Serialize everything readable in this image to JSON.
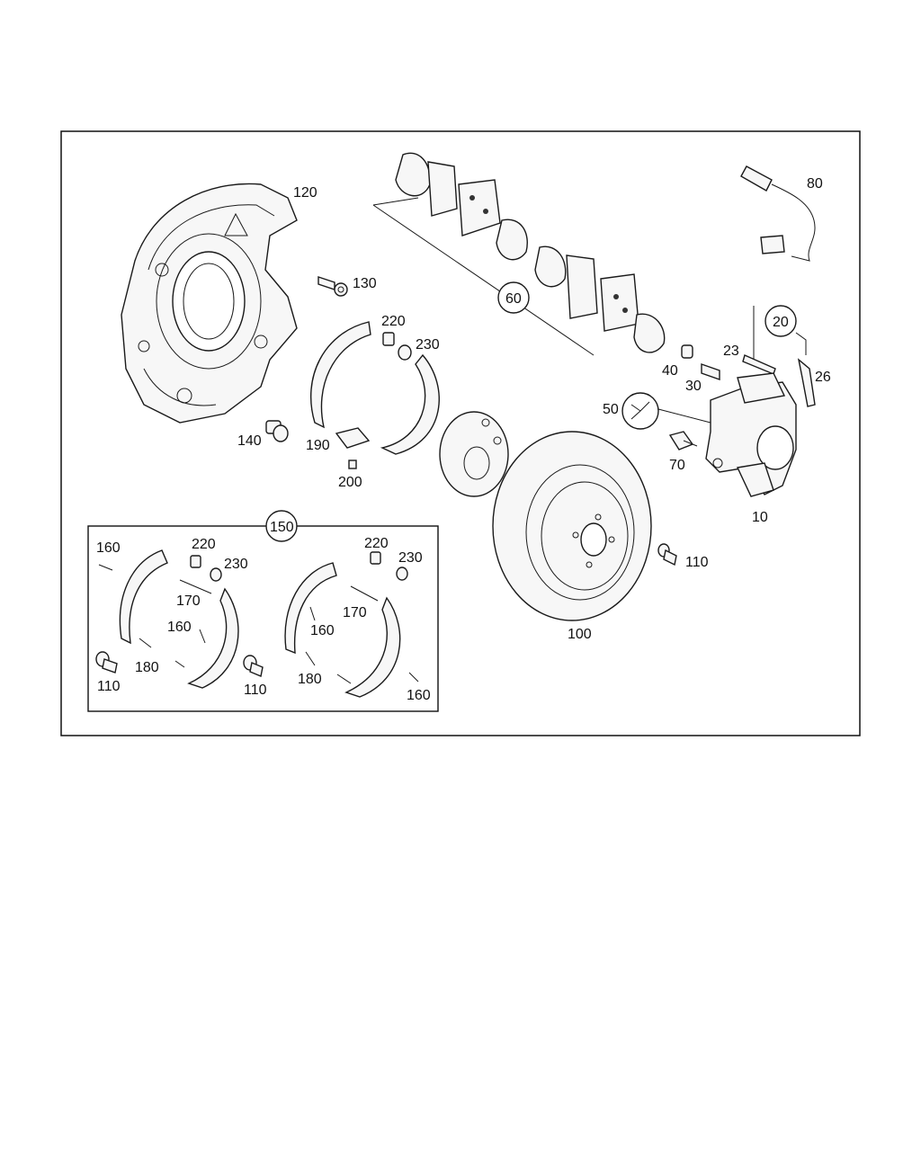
{
  "labels": {
    "caliper": "10",
    "bracket_set": "20",
    "bolt_23": "23",
    "clip_26": "26",
    "bleeder_30": "30",
    "cap_40": "40",
    "wrench_50": "50",
    "pad_set": "60",
    "bolt_70": "70",
    "sensor": "80",
    "rotor": "100",
    "screw_110_a": "110",
    "screw_110_b": "110",
    "screw_110_c": "110",
    "shield": "120",
    "bolt_130": "130",
    "plug_140": "140",
    "shoe_kit": "150",
    "spring_160_a": "160",
    "spring_160_b": "160",
    "spring_160_c": "160",
    "spring_160_d": "160",
    "spring_170_a": "170",
    "spring_170_b": "170",
    "pin_180_a": "180",
    "pin_180_b": "180",
    "adjuster_190": "190",
    "part_200": "200",
    "nut_220_a": "220",
    "nut_220_b": "220",
    "nut_220_c": "220",
    "cap_230_a": "230",
    "cap_230_b": "230",
    "cap_230_c": "230"
  }
}
